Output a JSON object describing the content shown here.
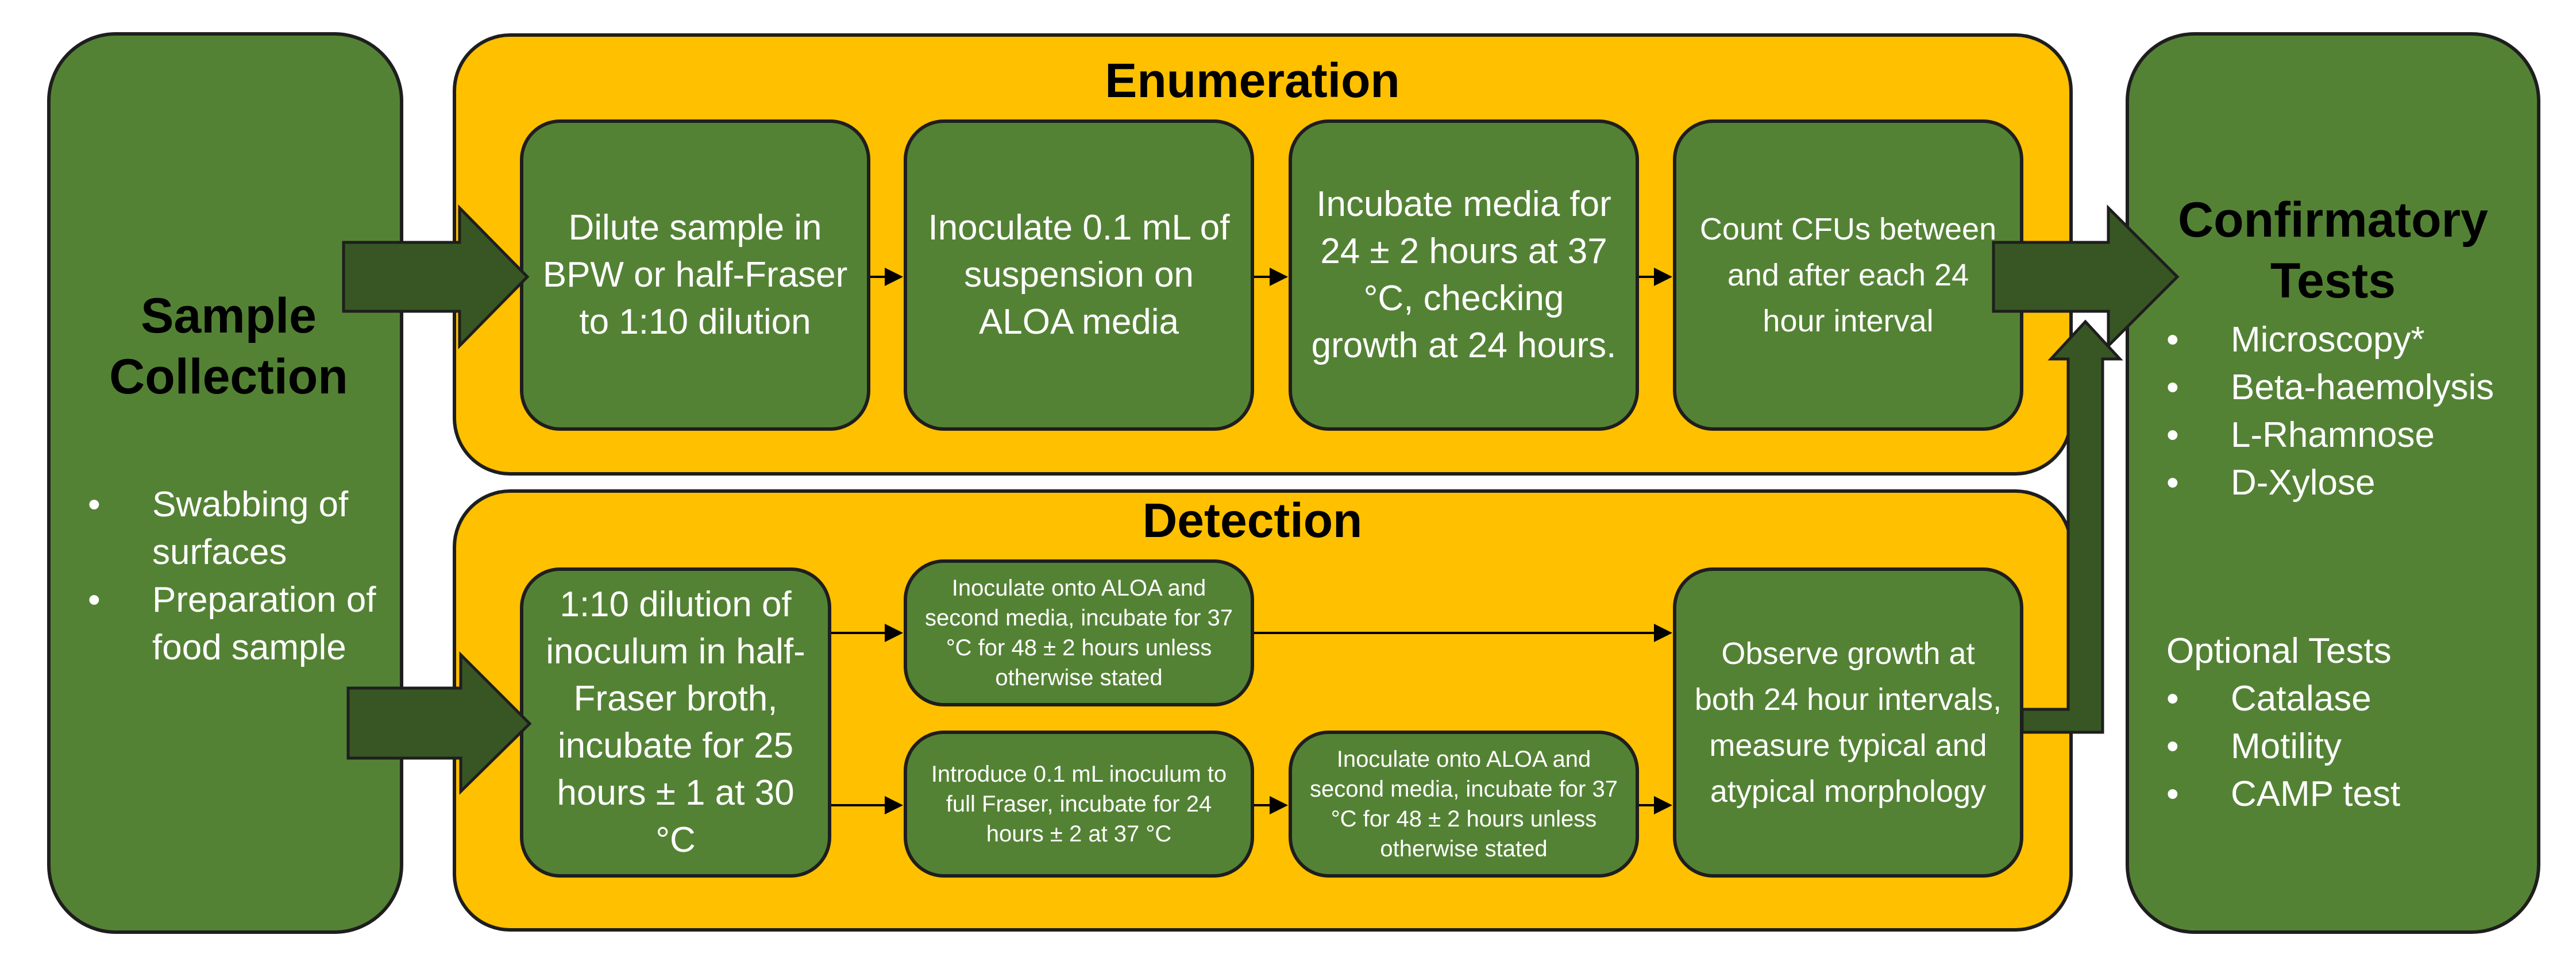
{
  "sample_collection": {
    "title": "Sample Collection",
    "items": [
      "Swabbing of surfaces",
      "Preparation of food sample"
    ]
  },
  "enumeration": {
    "title": "Enumeration",
    "steps": [
      "Dilute sample in BPW or half-Fraser to 1:10 dilution",
      "Inoculate 0.1 mL of suspension on ALOA media",
      "Incubate media for 24 ± 2 hours at 37 °C, checking growth at 24 hours.",
      "Count CFUs between and after each 24 hour interval"
    ]
  },
  "detection": {
    "title": "Detection",
    "first_step": "1:10 dilution of inoculum in half-Fraser broth, incubate for 25 hours ± 1 at 30 °C",
    "upper_branch": "Inoculate onto ALOA and second media, incubate for 37 °C for 48 ± 2 hours unless otherwise stated",
    "lower_branch_1": "Introduce 0.1 mL inoculum to full Fraser, incubate for 24 hours ± 2 at 37 °C",
    "lower_branch_2": "Inoculate onto ALOA and second media, incubate for 37 °C for 48 ± 2 hours unless otherwise stated",
    "final_step": "Observe growth at both 24 hour intervals, measure typical and atypical morphology"
  },
  "confirmatory": {
    "title": "Confirmatory Tests",
    "tests": [
      "Microscopy*",
      "Beta-haemolysis",
      "L-Rhamnose",
      "D-Xylose"
    ],
    "optional_heading": "Optional Tests",
    "optional_tests": [
      "Catalase",
      "Motility",
      "CAMP test"
    ]
  },
  "colors": {
    "green": "#548235",
    "dark_green": "#375623",
    "gold": "#ffc000",
    "outline": "#1e1e1e"
  }
}
